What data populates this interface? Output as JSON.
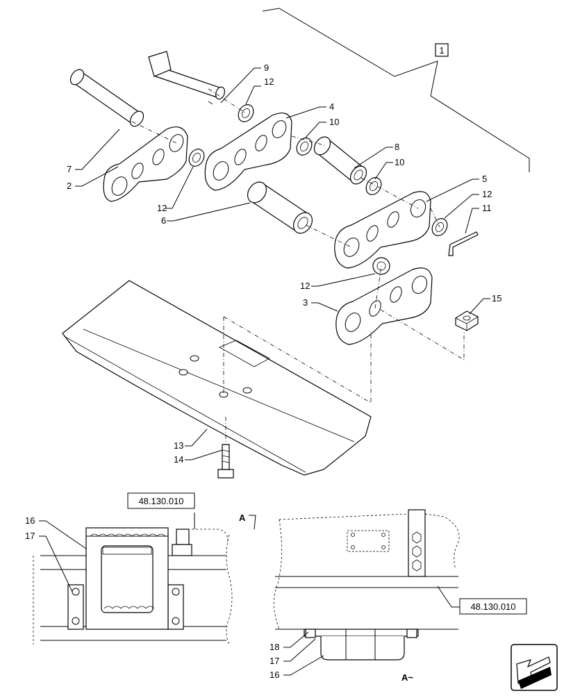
{
  "group_box": "1",
  "callouts": {
    "c9": "9",
    "c12a": "12",
    "c4": "4",
    "c10a": "10",
    "c8": "8",
    "c10b": "10",
    "c7": "7",
    "c2": "2",
    "c12b": "12",
    "c6": "6",
    "c5": "5",
    "c12c": "12",
    "c11": "11",
    "c12d": "12",
    "c3": "3",
    "c15": "15",
    "c13": "13",
    "c14": "14",
    "c16a": "16",
    "c17a": "17",
    "c18": "18",
    "c17b": "17",
    "c16b": "16"
  },
  "references": {
    "ref_left": "48.130.010",
    "ref_right": "48.130.010"
  },
  "view_labels": {
    "view_a_arrow": "A",
    "view_a_title": "A~"
  },
  "icons": {
    "nav": "next-page-arrow-icon"
  }
}
